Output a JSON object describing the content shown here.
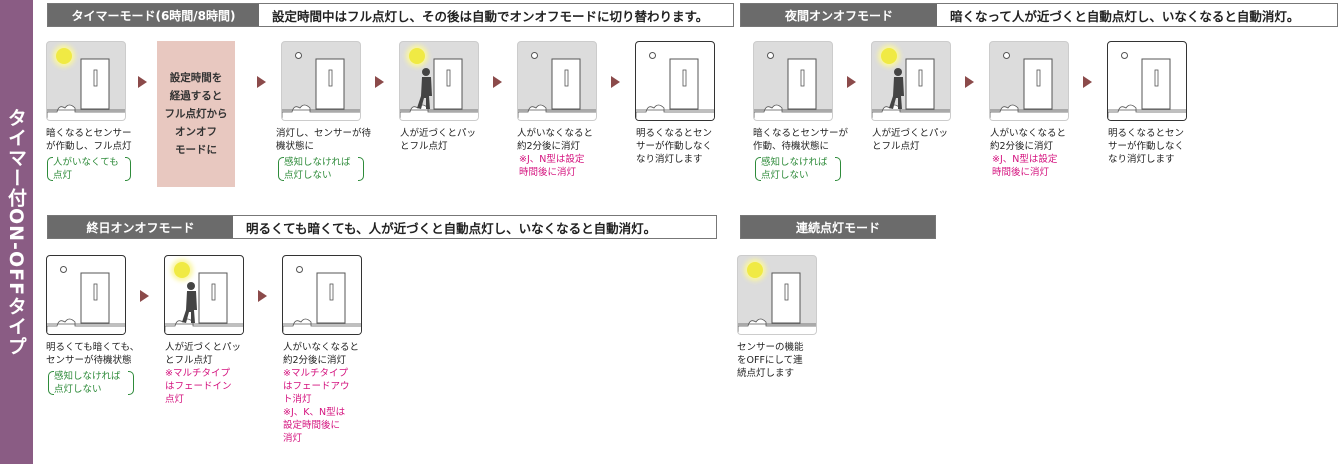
{
  "sidebar": {
    "title": "タイマー付ON-OFFタイプ"
  },
  "timer_mode": {
    "label": "タイマーモード(6時間/8時間)",
    "description": "設定時間中はフル点灯し、その後は自動でオンオフモードに切り替わります。",
    "pink_box": "設定時間を\n経過すると\nフル点灯から\nオンオフ\nモードに",
    "captions": [
      {
        "text": "暗くなるとセンサー\nが作動し、フル点灯",
        "note": "人がいなくても\n点灯"
      },
      {
        "text": "消灯し、センサーが待\n機状態に",
        "note": "感知しなければ\n点灯しない"
      },
      {
        "text": "人が近づくとパッ\nとフル点灯"
      },
      {
        "text": "人がいなくなると\n約2分後に消灯",
        "notes": [
          "※J、N型は設定\n時間後に消灯"
        ]
      },
      {
        "text": "明るくなるとセン\nサーが作動しなく\nなり消灯します"
      }
    ]
  },
  "night_mode": {
    "label": "夜間オンオフモード",
    "description": "暗くなって人が近づくと自動点灯し、いなくなると自動消灯。",
    "captions": [
      {
        "text": "暗くなるとセンサーが\n作動、待機状態に",
        "note": "感知しなければ\n点灯しない"
      },
      {
        "text": "人が近づくとパッ\nとフル点灯"
      },
      {
        "text": "人がいなくなると\n約2分後に消灯",
        "notes": [
          "※J、N型は設定\n時間後に消灯"
        ]
      },
      {
        "text": "明るくなるとセン\nサーが作動しなく\nなり消灯します"
      }
    ]
  },
  "allday_mode": {
    "label": "終日オンオフモード",
    "description": "明るくても暗くても、人が近づくと自動点灯し、いなくなると自動消灯。",
    "captions": [
      {
        "text": "明るくても暗くても、\nセンサーが待機状態",
        "note": "感知しなければ\n点灯しない"
      },
      {
        "text": "人が近づくとパッ\nとフル点灯",
        "notes": [
          "※マルチタイプ\nはフェードイン\n点灯"
        ]
      },
      {
        "text": "人がいなくなると\n約2分後に消灯",
        "notes": [
          "※マルチタイプ\nはフェードアウ\nト消灯",
          "※J、K、N型は\n設定時間後に\n消灯"
        ]
      }
    ]
  },
  "continuous_mode": {
    "label": "連続点灯モード",
    "captions": [
      {
        "text": "センサーの機能\nをOFFにして連\n続点灯します"
      }
    ]
  },
  "colors": {
    "sidebar": "#8a5c84",
    "header_tag": "#6b6b6b",
    "arrow": "#8b4a4a",
    "pink_box": "#e8c8c0",
    "note_green": "#2e8b3a",
    "note_magenta": "#d4127e",
    "lamp": "#f0ea44"
  }
}
